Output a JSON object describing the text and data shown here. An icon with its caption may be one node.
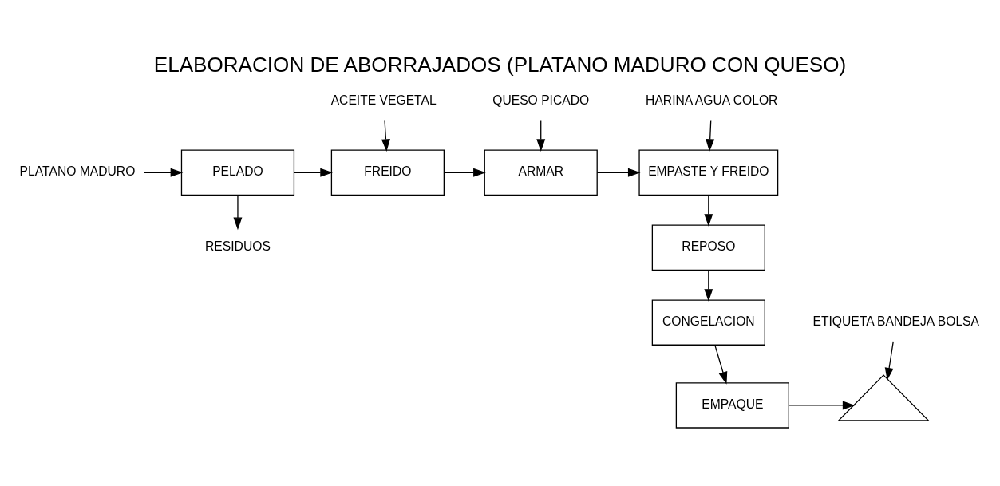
{
  "diagram": {
    "title": "ELABORACION DE ABORRAJADOS (PLATANO MADURO CON QUESO)",
    "nodes": [
      {
        "text": [
          "PLATANO MADURO"
        ]
      },
      {
        "text": [
          "PELADO"
        ]
      },
      {
        "text": [
          "RESIDUOS"
        ]
      },
      {
        "text": [
          "ACEITE VEGETAL"
        ]
      },
      {
        "text": [
          "FREIDO"
        ]
      },
      {
        "text": [
          "QUESO PICADO"
        ]
      },
      {
        "text": [
          "ARMAR"
        ]
      },
      {
        "text": [
          "HARINA AGUA COLOR"
        ]
      },
      {
        "text": [
          "EMPASTE Y FREIDO"
        ]
      },
      {
        "text": [
          "REPOSO"
        ]
      },
      {
        "text": [
          "CONGELACION"
        ]
      },
      {
        "text": [
          "EMPAQUE"
        ]
      },
      {
        "text": [],
        "shape": "triangle"
      },
      {
        "text": [
          "ETIQUETA BANDEJA BOLSA"
        ]
      }
    ],
    "edges": [
      {
        "from": 0,
        "to": 1,
        "arrow": "to"
      },
      {
        "from": 1,
        "to": 2,
        "arrow": "to"
      },
      {
        "from": 3,
        "to": 4,
        "arrow": "to"
      },
      {
        "from": 1,
        "to": 4,
        "arrow": "to"
      },
      {
        "from": 5,
        "to": 6,
        "arrow": "to"
      },
      {
        "from": 4,
        "to": 6,
        "arrow": "to"
      },
      {
        "from": 7,
        "to": 8,
        "arrow": "to"
      },
      {
        "from": 6,
        "to": 8,
        "arrow": "to"
      },
      {
        "from": 8,
        "to": 9,
        "arrow": "to"
      },
      {
        "from": 9,
        "to": 10,
        "arrow": "to"
      },
      {
        "from": 10,
        "to": 11,
        "arrow": "to"
      },
      {
        "from": 11,
        "to": 12,
        "arrow": "to"
      },
      {
        "from": 13,
        "to": 12,
        "arrow": "to"
      }
    ]
  }
}
